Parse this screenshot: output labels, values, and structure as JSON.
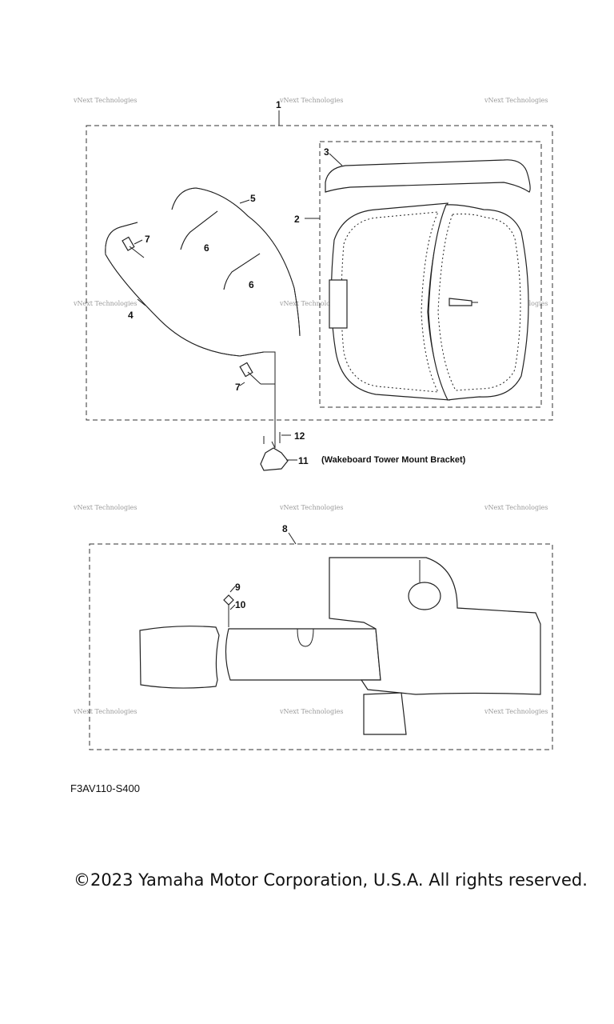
{
  "watermark": "vNext Technologies",
  "callouts": {
    "c1": "1",
    "c2": "2",
    "c3": "3",
    "c4": "4",
    "c5": "5",
    "c6a": "6",
    "c6b": "6",
    "c7a": "7",
    "c7b": "7",
    "c8": "8",
    "c9": "9",
    "c10": "10",
    "c11": "11",
    "c12": "12"
  },
  "bracket_note": "(Wakeboard Tower Mount Bracket)",
  "reference_code": "F3AV110-S400",
  "copyright": "©2023 Yamaha Motor Corporation, U.S.A. All rights reserved."
}
